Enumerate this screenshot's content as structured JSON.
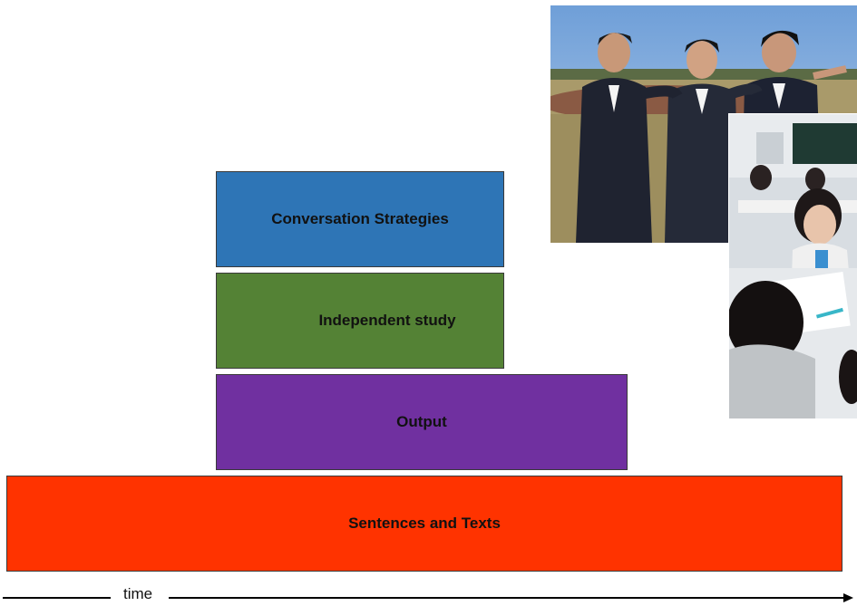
{
  "layers": [
    {
      "id": "conversation",
      "label": "Conversation Strategies",
      "color": "#2e75b6"
    },
    {
      "id": "independent",
      "label": "Independent study",
      "color": "#548235"
    },
    {
      "id": "output",
      "label": "Output",
      "color": "#7030a0"
    },
    {
      "id": "sentences",
      "label": "Sentences and Texts",
      "color": "#ff3300"
    }
  ],
  "axis": {
    "label": "time"
  },
  "photos": [
    {
      "name": "students-photo",
      "subject": "three students in school uniforms outdoors"
    },
    {
      "name": "classroom-photo",
      "subject": "students working at desks in a classroom"
    }
  ]
}
